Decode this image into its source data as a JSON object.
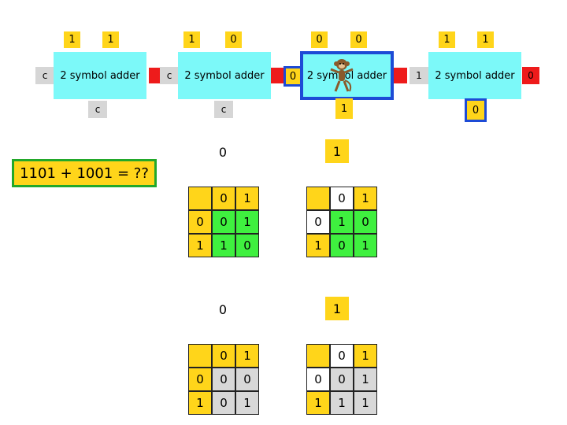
{
  "equation": "1101 + 1001 = ??",
  "adders": [
    {
      "a": "1",
      "b": "1",
      "label": "2 symbol adder",
      "cin": "c",
      "cout": "c"
    },
    {
      "a": "1",
      "b": "0",
      "label": "2 symbol adder",
      "cin": "c",
      "cout": "c"
    },
    {
      "a": "0",
      "b": "0",
      "label": "2 symbol adder",
      "cin": "0",
      "cout": "1"
    },
    {
      "a": "1",
      "b": "1",
      "label": "2 symbol adder",
      "cin": "1",
      "cout": "0"
    }
  ],
  "carry_out_right": "0",
  "carry_labels": [
    "1",
    "1"
  ],
  "table_sets": [
    {
      "left": {
        "result": "0",
        "cols": [
          "0",
          "1"
        ],
        "rows": [
          {
            "h": "0",
            "cells": [
              "0",
              "1"
            ]
          },
          {
            "h": "1",
            "cells": [
              "1",
              "0"
            ]
          }
        ]
      },
      "right": {
        "result": "1",
        "cols": [
          "0",
          "1"
        ],
        "rows": [
          {
            "h": "0",
            "cells": [
              "1",
              "0"
            ]
          },
          {
            "h": "1",
            "cells": [
              "0",
              "1"
            ]
          }
        ]
      }
    },
    {
      "left": {
        "result": "0",
        "cols": [
          "0",
          "1"
        ],
        "rows": [
          {
            "h": "0",
            "cells": [
              "0",
              "0"
            ]
          },
          {
            "h": "1",
            "cells": [
              "0",
              "1"
            ]
          }
        ]
      },
      "right": {
        "result": "1",
        "cols": [
          "0",
          "1"
        ],
        "rows": [
          {
            "h": "0",
            "cells": [
              "0",
              "1"
            ]
          },
          {
            "h": "1",
            "cells": [
              "1",
              "1"
            ]
          }
        ]
      }
    }
  ],
  "colors": {
    "yellow": "#ffd51a",
    "cyan": "#7cf9f9",
    "green": "#3ff03f",
    "gray": "#d8d8d8",
    "red": "#ee1b1b",
    "blue": "#1d4bd6",
    "border_green": "#22a82a"
  }
}
